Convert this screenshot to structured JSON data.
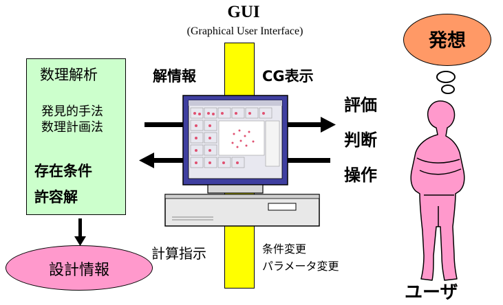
{
  "gui": {
    "title": "GUI",
    "subtitle": "(Graphical User Interface)"
  },
  "math": {
    "title": "数理解析",
    "methods": [
      "発見的手法",
      "数理計画法"
    ],
    "condition": "存在条件",
    "allowable": "許容解"
  },
  "flows": {
    "solution_info": "解情報",
    "cg_display": "CG表示",
    "calc_instruction": "計算指示",
    "condition_change": "条件変更",
    "parameter_change": "パラメータ変更"
  },
  "user_actions": [
    "評価",
    "判断",
    "操作"
  ],
  "design_info": "設計情報",
  "idea": "発想",
  "user": "ユーザ",
  "colors": {
    "math_box": "#ccffcc",
    "gui_bar": "#ffff00",
    "design_ellipse": "#ff99cc",
    "idea_bubble": "#ff9966",
    "user_figure": "#ff99cc",
    "monitor_frame": "#333399"
  }
}
